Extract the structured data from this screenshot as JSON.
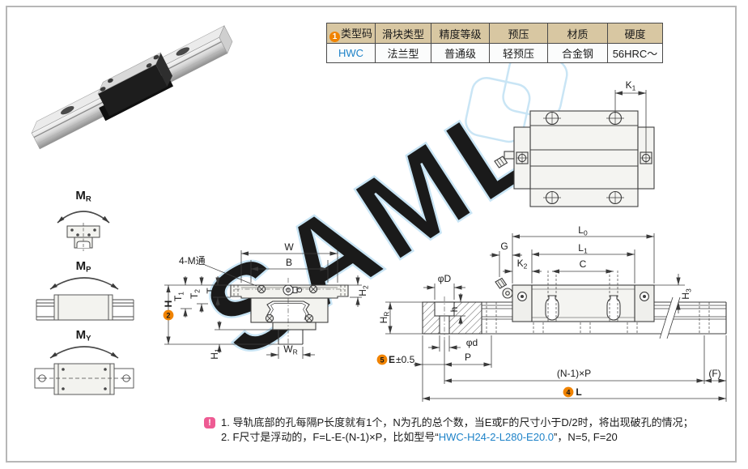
{
  "spec_table": {
    "badge": "1",
    "columns": [
      "类型码",
      "滑块类型",
      "精度等级",
      "预压",
      "材质",
      "硬度"
    ],
    "values": [
      "HWC",
      "法兰型",
      "普通级",
      "轻预压",
      "合金钢",
      "56HRC～"
    ]
  },
  "watermark": {
    "text": "SAML"
  },
  "moment_labels": {
    "mr": {
      "main": "M",
      "sub": "R"
    },
    "mp": {
      "main": "M",
      "sub": "P"
    },
    "my": {
      "main": "M",
      "sub": "Y"
    }
  },
  "cross_section": {
    "bolt_label": "4-M通",
    "w": "W",
    "b": "B",
    "h2": {
      "main": "H",
      "sub": "2"
    },
    "t1": {
      "main": "T",
      "sub": "1"
    },
    "t2": {
      "main": "T",
      "sub": "2"
    },
    "t": "T",
    "h": {
      "badge": "2",
      "label": "H"
    },
    "h1": {
      "main": "H",
      "sub": "1"
    },
    "wr": {
      "main": "W",
      "sub": "R"
    }
  },
  "top_view": {
    "k1": {
      "main": "K",
      "sub": "1"
    }
  },
  "side_view": {
    "l0": {
      "main": "L",
      "sub": "0"
    },
    "l1": {
      "main": "L",
      "sub": "1"
    },
    "g": "G",
    "k2": {
      "main": "K",
      "sub": "2"
    },
    "c": "C",
    "h3": {
      "main": "H",
      "sub": "3"
    },
    "hr": {
      "main": "H",
      "sub": "R"
    },
    "phi_D": "φD",
    "h": "h",
    "phi_d": "φd",
    "e": {
      "badge": "5",
      "label": "E",
      "tol": "±0.5"
    },
    "p": "P",
    "np": "(N-1)×P",
    "f": "(F)",
    "l": {
      "badge": "4",
      "label": "L"
    }
  },
  "notes": {
    "icon": "!",
    "line1": "1. 导轨底部的孔每隔P长度就有1个，N为孔的总个数，当E或F的尺寸小于D/2时，将出现破孔的情况；",
    "line2_prefix": "2. F尺寸是浮动的，F=L-E-(N-1)×P，比如型号“",
    "line2_model": "HWC-H24-2-L280-E20.0",
    "line2_suffix": "”，N=5, F=20"
  },
  "colors": {
    "accent_orange": "#f08300",
    "accent_blue": "#1d82c8",
    "note_pink": "#ee5b93",
    "table_header_bg": "#d8c7a2",
    "watermark_blue": "#c9e5f5"
  }
}
